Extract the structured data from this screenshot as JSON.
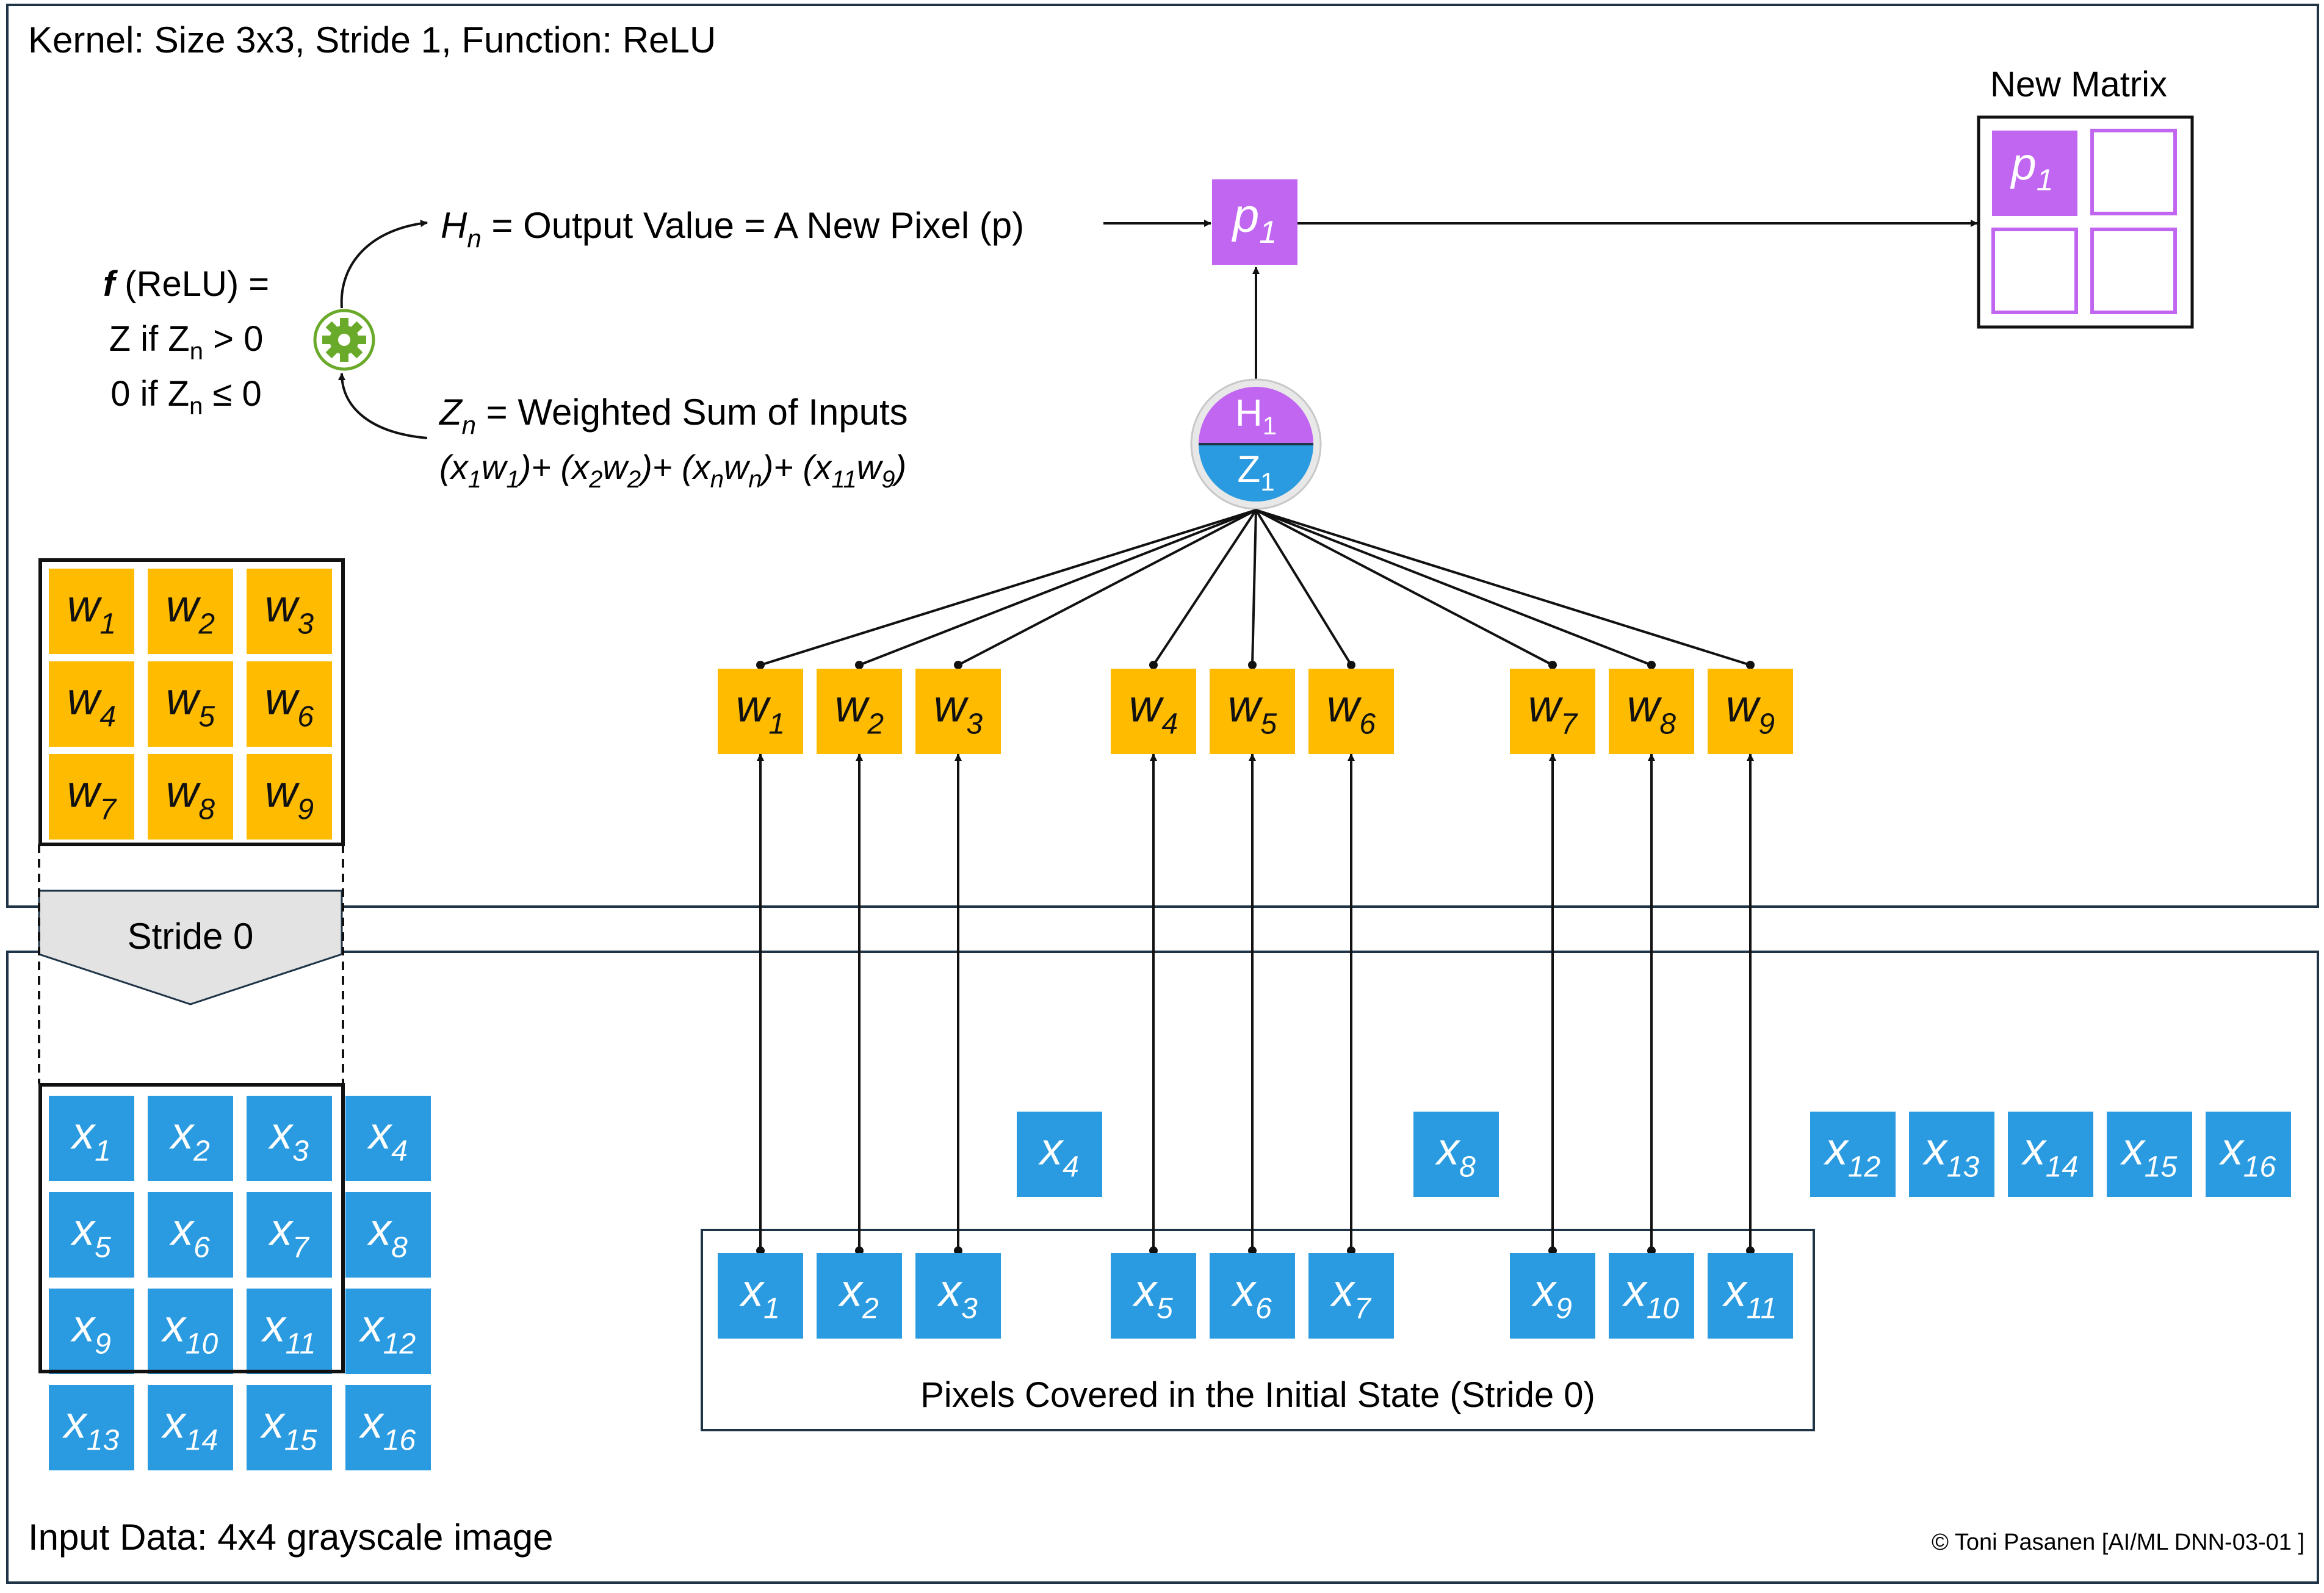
{
  "kernel_panel": {
    "label_bold": "Kernel:",
    "label_rest": " Size 3x3, Stride 1, Function: ReLU"
  },
  "input_panel": {
    "label_bold": "Input Data:",
    "label_rest": " 4x4 grayscale image"
  },
  "copyright": "© Toni Pasanen [AI/ML DNN-03-01 ]",
  "new_matrix": {
    "title": "New Matrix",
    "p_base": "p",
    "p_sub": "1"
  },
  "relu": {
    "line1_f": "f",
    "line1_rest": " (ReLU) =",
    "line2_a": "Z if Z",
    "line2_sub": "n",
    "line2_b": " > 0",
    "line3_a": "0 if Z",
    "line3_sub": "n",
    "line3_b": " ≤ 0"
  },
  "output_text": {
    "base": "H",
    "sub": "n",
    "rest": " = Output Value = A New Pixel (p)"
  },
  "sum_text": {
    "base": "Z",
    "sub": "n",
    "rest": " = Weighted Sum of Inputs",
    "formula": [
      {
        "t": "(x"
      },
      {
        "s": "1"
      },
      {
        "t": "w"
      },
      {
        "s": "1"
      },
      {
        "t": ")+ (x"
      },
      {
        "s": "2"
      },
      {
        "t": "w"
      },
      {
        "s": "2"
      },
      {
        "t": ")+ (x"
      },
      {
        "s": "n"
      },
      {
        "t": "w"
      },
      {
        "s": "n"
      },
      {
        "t": ")+ (x"
      },
      {
        "s": "11"
      },
      {
        "t": "w"
      },
      {
        "s": "9"
      },
      {
        "t": ")"
      }
    ]
  },
  "neuron": {
    "top_base": "H",
    "top_sub": "1",
    "bottom_base": "Z",
    "bottom_sub": "1",
    "top_color": "#c066f0",
    "bottom_color": "#2a9be0"
  },
  "stride_label": "Stride 0",
  "covered_label": "Pixels Covered in the Initial State (Stride 0)",
  "weights": [
    {
      "base": "w",
      "sub": "1"
    },
    {
      "base": "w",
      "sub": "2"
    },
    {
      "base": "w",
      "sub": "3"
    },
    {
      "base": "w",
      "sub": "4"
    },
    {
      "base": "w",
      "sub": "5"
    },
    {
      "base": "w",
      "sub": "6"
    },
    {
      "base": "w",
      "sub": "7"
    },
    {
      "base": "w",
      "sub": "8"
    },
    {
      "base": "w",
      "sub": "9"
    }
  ],
  "kernel_grid": [
    {
      "base": "w",
      "sub": "1"
    },
    {
      "base": "w",
      "sub": "2"
    },
    {
      "base": "w",
      "sub": "3"
    },
    {
      "base": "w",
      "sub": "4"
    },
    {
      "base": "w",
      "sub": "5"
    },
    {
      "base": "w",
      "sub": "6"
    },
    {
      "base": "w",
      "sub": "7"
    },
    {
      "base": "w",
      "sub": "8"
    },
    {
      "base": "w",
      "sub": "9"
    }
  ],
  "input_grid": [
    {
      "base": "x",
      "sub": "1"
    },
    {
      "base": "x",
      "sub": "2"
    },
    {
      "base": "x",
      "sub": "3"
    },
    {
      "base": "x",
      "sub": "4"
    },
    {
      "base": "x",
      "sub": "5"
    },
    {
      "base": "x",
      "sub": "6"
    },
    {
      "base": "x",
      "sub": "7"
    },
    {
      "base": "x",
      "sub": "8"
    },
    {
      "base": "x",
      "sub": "9"
    },
    {
      "base": "x",
      "sub": "10"
    },
    {
      "base": "x",
      "sub": "11"
    },
    {
      "base": "x",
      "sub": "12"
    },
    {
      "base": "x",
      "sub": "13"
    },
    {
      "base": "x",
      "sub": "14"
    },
    {
      "base": "x",
      "sub": "15"
    },
    {
      "base": "x",
      "sub": "16"
    }
  ],
  "covered_inputs": [
    {
      "base": "x",
      "sub": "1"
    },
    {
      "base": "x",
      "sub": "2"
    },
    {
      "base": "x",
      "sub": "3"
    },
    {
      "base": "x",
      "sub": "5"
    },
    {
      "base": "x",
      "sub": "6"
    },
    {
      "base": "x",
      "sub": "7"
    },
    {
      "base": "x",
      "sub": "9"
    },
    {
      "base": "x",
      "sub": "10"
    },
    {
      "base": "x",
      "sub": "11"
    }
  ],
  "uncovered_inputs": [
    {
      "base": "x",
      "sub": "4"
    },
    {
      "base": "x",
      "sub": "8"
    },
    {
      "base": "x",
      "sub": "12"
    },
    {
      "base": "x",
      "sub": "13"
    },
    {
      "base": "x",
      "sub": "14"
    },
    {
      "base": "x",
      "sub": "15"
    },
    {
      "base": "x",
      "sub": "16"
    }
  ],
  "colors": {
    "weight": "#ffbb00",
    "input": "#2a9be0",
    "pixel": "#c066f0",
    "panel_border": "#1f3447",
    "gear": "#6aaa2a",
    "stride_fill": "#e3e3e3"
  }
}
